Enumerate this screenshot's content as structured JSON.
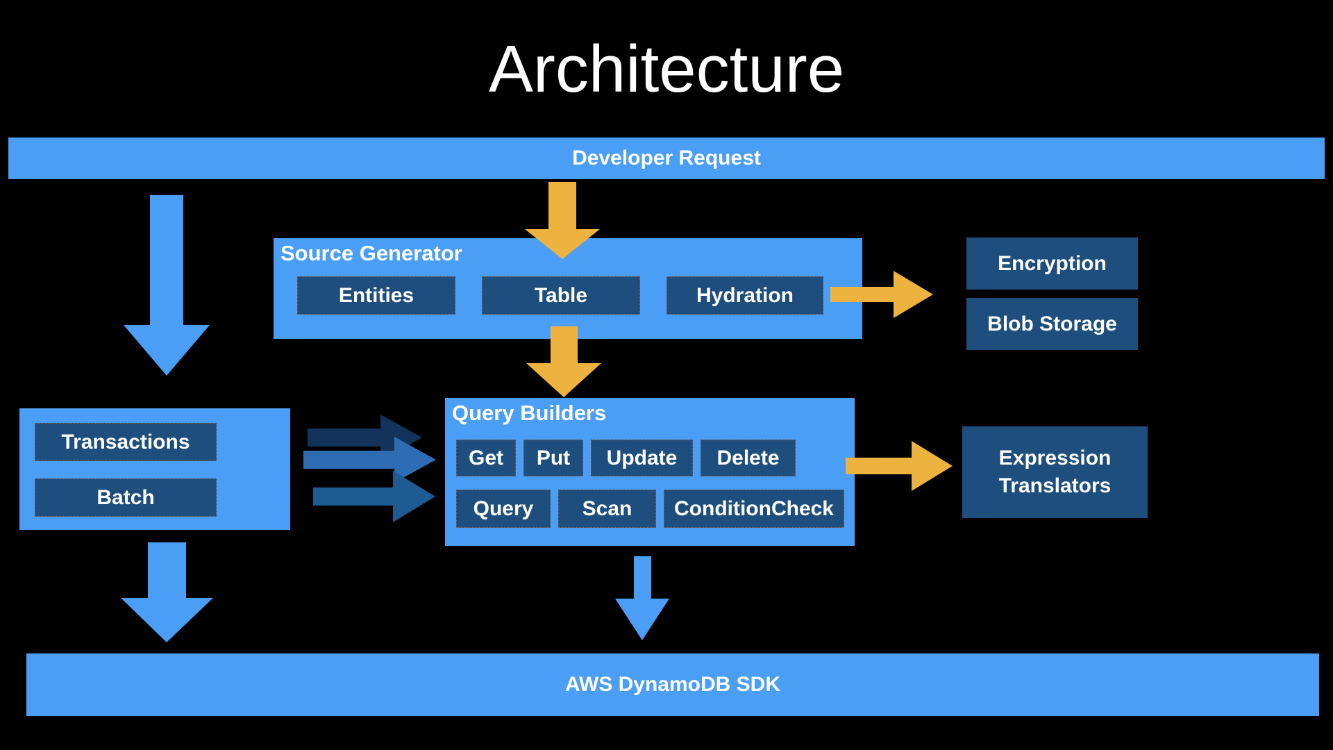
{
  "title": "Architecture",
  "colors": {
    "background": "#000000",
    "light_blue": "#4A9EF5",
    "navy": "#1D4E7E",
    "arrow_orange": "#EEB33F",
    "arrow_blue": "#4A9EF5",
    "arrow_dark_navy": "#13335C",
    "arrow_mid_blue": "#2E6DB4",
    "arrow_steel_blue": "#1D5B92",
    "text": "#FFFFFF"
  },
  "top_bar": {
    "label": "Developer Request"
  },
  "source_generator": {
    "title": "Source Generator",
    "items": [
      {
        "label": "Entities"
      },
      {
        "label": "Table"
      },
      {
        "label": "Hydration"
      }
    ]
  },
  "storage_stack": {
    "items": [
      {
        "label": "Encryption"
      },
      {
        "label": "Blob Storage"
      }
    ]
  },
  "batch_group": {
    "items": [
      {
        "label": "Transactions"
      },
      {
        "label": "Batch"
      }
    ]
  },
  "query_builders": {
    "title": "Query Builders",
    "row1": [
      {
        "label": "Get"
      },
      {
        "label": "Put"
      },
      {
        "label": "Update"
      },
      {
        "label": "Delete"
      }
    ],
    "row2": [
      {
        "label": "Query"
      },
      {
        "label": "Scan"
      },
      {
        "label": "ConditionCheck"
      }
    ]
  },
  "expression_translators": {
    "line1": "Expression",
    "line2": "Translators"
  },
  "bottom_bar": {
    "label": "AWS DynamoDB SDK"
  },
  "arrows": [
    {
      "name": "developer-request-to-batch",
      "color": "#4A9EF5",
      "direction": "down"
    },
    {
      "name": "developer-request-to-source-generator",
      "color": "#EEB33F",
      "direction": "down"
    },
    {
      "name": "source-generator-to-query-builders",
      "color": "#EEB33F",
      "direction": "down"
    },
    {
      "name": "hydration-to-storage",
      "color": "#EEB33F",
      "direction": "right"
    },
    {
      "name": "batch-to-query-builders-top",
      "color": "#13335C",
      "direction": "right"
    },
    {
      "name": "batch-to-query-builders-mid",
      "color": "#2E6DB4",
      "direction": "right"
    },
    {
      "name": "batch-to-query-builders-bottom",
      "color": "#1D5B92",
      "direction": "right"
    },
    {
      "name": "query-builders-to-expression-translators",
      "color": "#EEB33F",
      "direction": "right"
    },
    {
      "name": "batch-to-sdk",
      "color": "#4A9EF5",
      "direction": "down"
    },
    {
      "name": "query-builders-to-sdk",
      "color": "#4A9EF5",
      "direction": "down"
    }
  ]
}
